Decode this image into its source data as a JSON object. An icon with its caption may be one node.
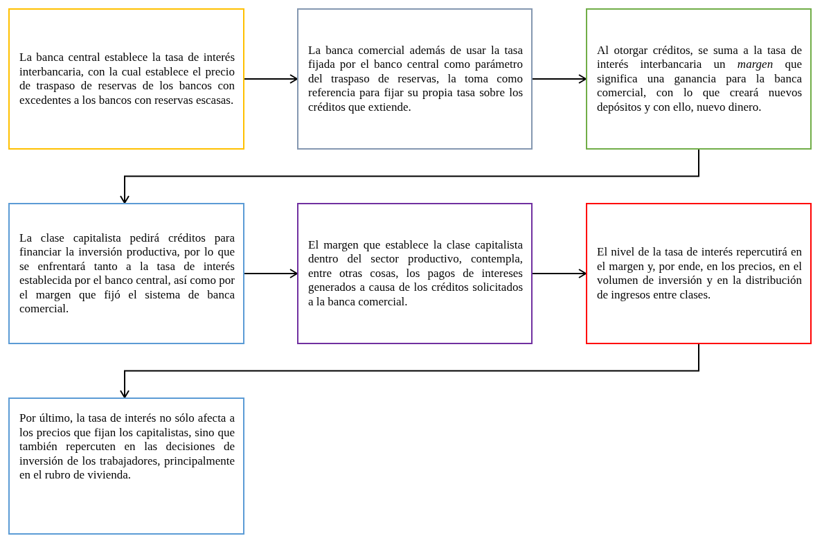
{
  "diagram": {
    "nodes": [
      {
        "text": [
          "La banca central establece la tasa de interés interbancaria, con la cual establece el precio de traspaso de reservas de los bancos con excedentes a los bancos con reservas escasas."
        ]
      },
      {
        "text": [
          "La banca comercial además de usar la tasa fijada por el banco central como parámetro del traspaso de reservas, la toma como referencia para fijar su propia tasa sobre los créditos que extiende."
        ]
      },
      {
        "text": [
          "Al otorgar créditos, se suma a la tasa de interés interbancaria un *margen* que significa una ganancia para la banca comercial, con lo que creará nuevos depósitos y con ello, nuevo dinero."
        ]
      },
      {
        "text": [
          "La clase capitalista pedirá créditos para financiar la inversión productiva, por lo que se enfrentará tanto a la tasa de interés establecida por el banco central, así como por el margen que fijó el sistema de banca comercial."
        ]
      },
      {
        "text": [
          "El margen que establece la clase capitalista dentro del sector productivo, contempla, entre otras cosas, los pagos de intereses generados a causa de los créditos solicitados a la banca comercial."
        ]
      },
      {
        "text": [
          "El nivel de la tasa de interés repercutirá en el margen y, por ende, en los precios, en el volumen de inversión y en la distribución de ingresos entre clases."
        ]
      },
      {
        "text": [
          "Por último, la tasa de interés no sólo afecta a los precios que fijan los capitalistas, sino que también repercuten en las decisiones de inversión de los trabajadores, principalmente en el rubro de vivienda."
        ]
      }
    ],
    "edges": [
      {
        "from": 0,
        "to": 1,
        "arrow": "to"
      },
      {
        "from": 1,
        "to": 2,
        "arrow": "to"
      },
      {
        "from": 2,
        "to": 3,
        "arrow": "to"
      },
      {
        "from": 3,
        "to": 4,
        "arrow": "to"
      },
      {
        "from": 4,
        "to": 5,
        "arrow": "to"
      },
      {
        "from": 5,
        "to": 6,
        "arrow": "to"
      }
    ]
  }
}
